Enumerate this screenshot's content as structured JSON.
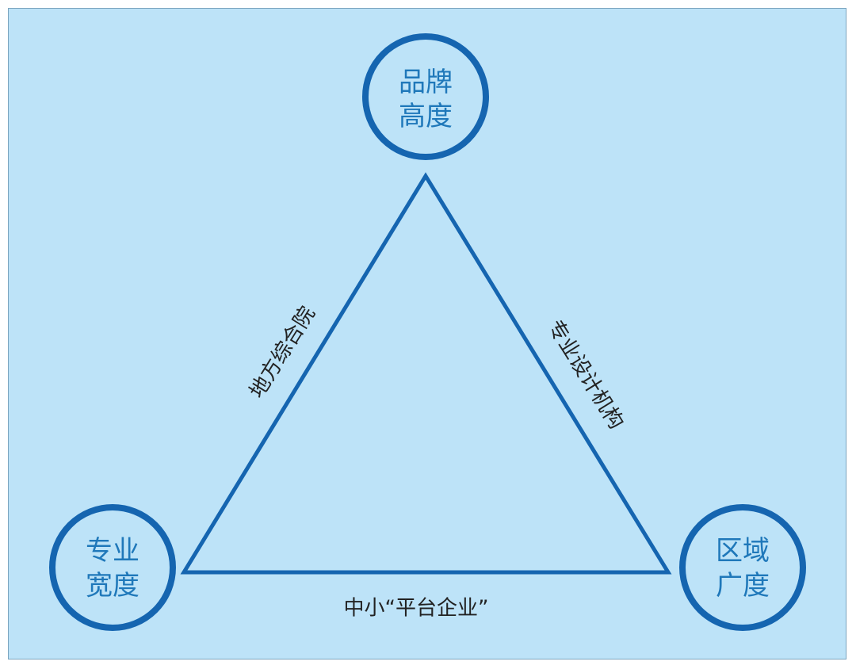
{
  "colors": {
    "background": "#bde3f8",
    "border": "#7aa4be",
    "stroke": "#1565b0",
    "node_text": "#1f78ba",
    "edge_text": "#222222"
  },
  "nodes": {
    "top": {
      "line1": "品牌",
      "line2": "高度"
    },
    "left": {
      "line1": "专业",
      "line2": "宽度"
    },
    "right": {
      "line1": "区域",
      "line2": "广度"
    }
  },
  "edges": {
    "left": "地方综合院",
    "right": "专业设计机构",
    "bottom": "中小“平台企业”"
  }
}
